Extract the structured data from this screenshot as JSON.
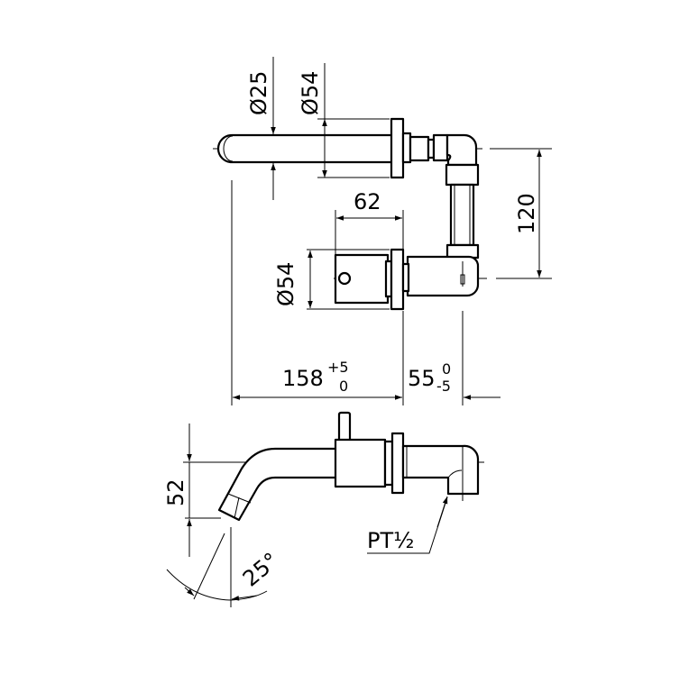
{
  "top_view": {
    "dim_spout_diameter": "Ø25",
    "dim_flange_diameter": "Ø54",
    "dim_handle_length": "62",
    "dim_handle_diameter": "Ø54",
    "dim_center_distance": "120",
    "dim_projection": {
      "value": "158",
      "upper_tol": "+5",
      "lower_tol": "0"
    },
    "dim_wall_depth": {
      "value": "55",
      "upper_tol": "0",
      "lower_tol": "-5"
    }
  },
  "side_view": {
    "dim_height": "52",
    "dim_angle": "25°",
    "thread_label": "PT½"
  }
}
